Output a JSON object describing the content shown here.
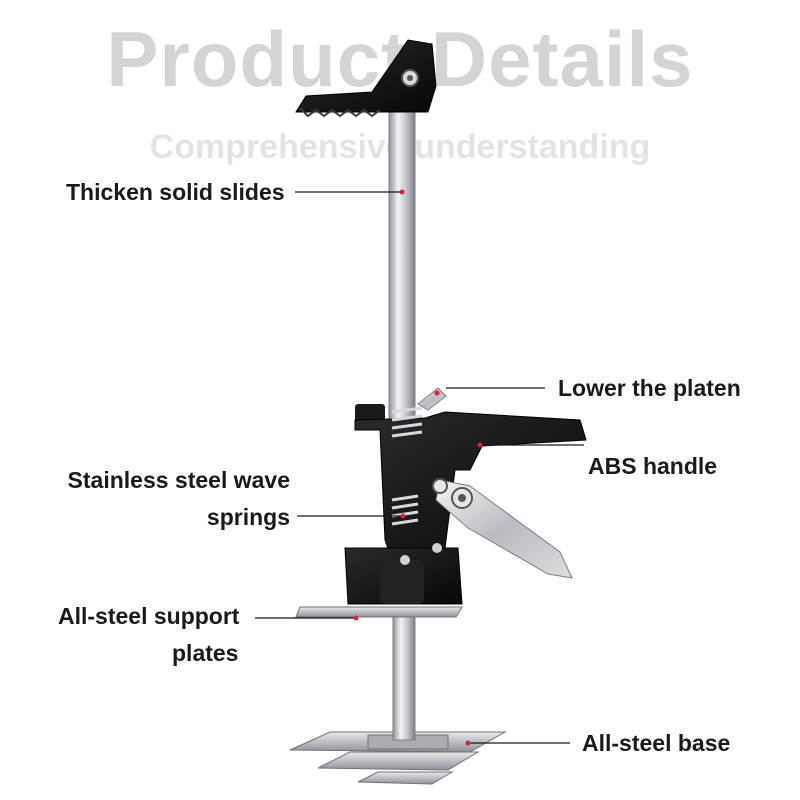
{
  "header": {
    "title": "Product Details",
    "subtitle": "Comprehensive understanding"
  },
  "callouts": {
    "slides": "Thicken solid slides",
    "lower": "Lower the platen",
    "handle": "ABS handle",
    "springs_line1": "Stainless steel wave",
    "springs_line2": "springs",
    "plates_line1": "All-steel support",
    "plates_line2": "plates",
    "base": "All-steel base"
  },
  "colors": {
    "title": "#d4d4d4",
    "text": "#1a1a1a",
    "marker": "#e0203a",
    "steel": "#c9ccd0",
    "black_part": "#141414"
  }
}
